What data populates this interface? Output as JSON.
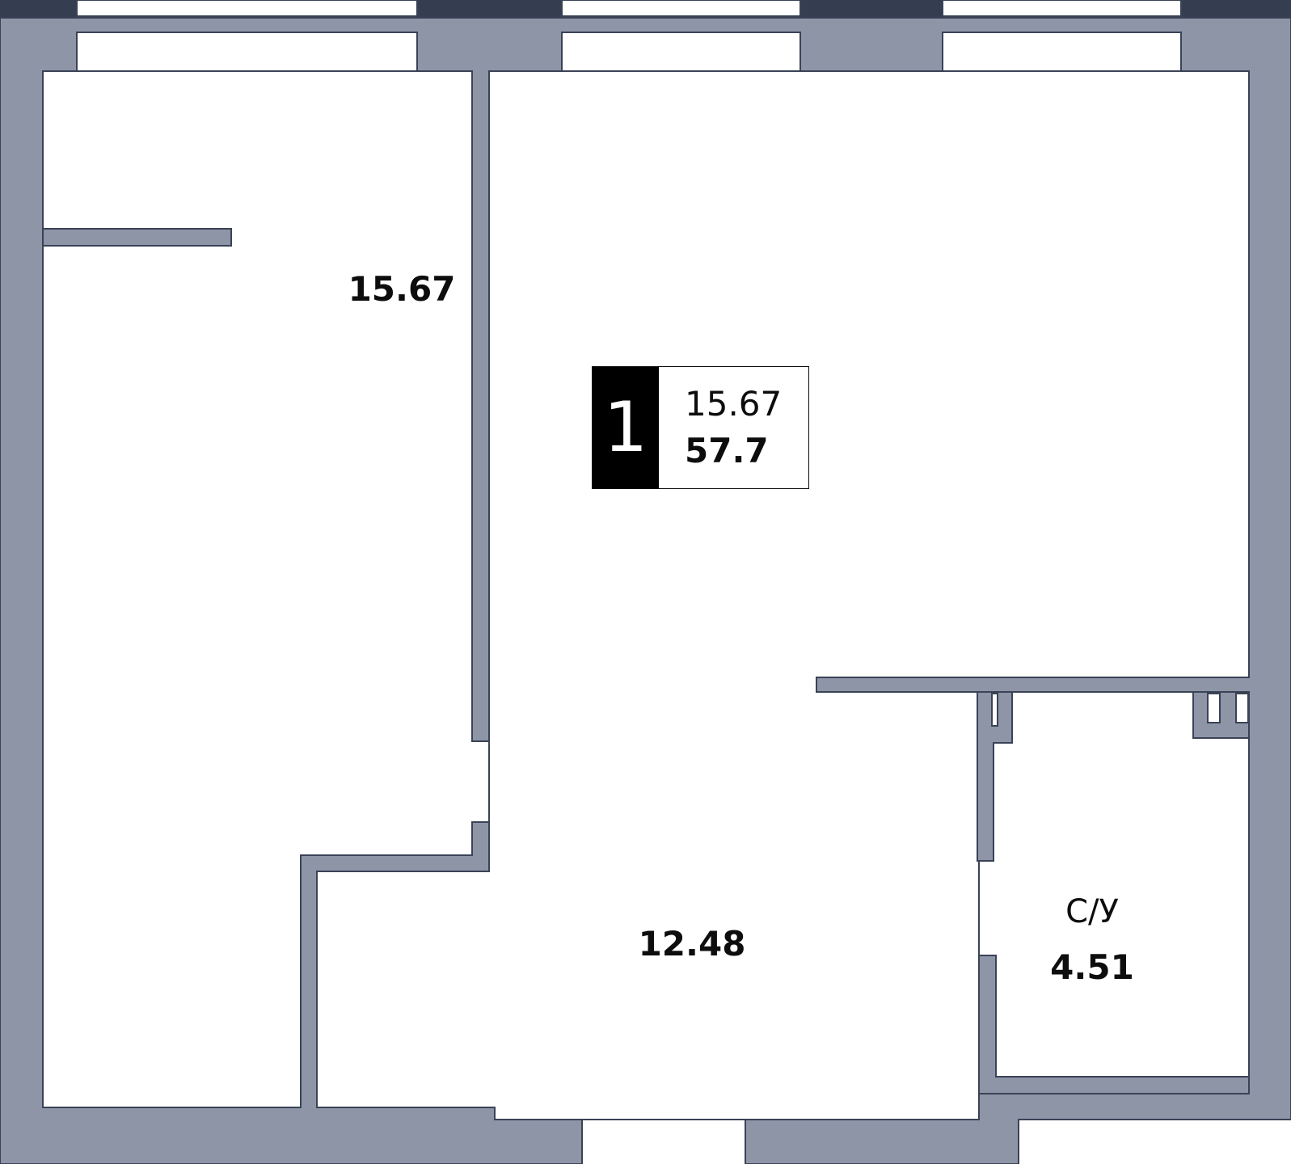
{
  "colors": {
    "wall": "#8e95a7",
    "wall_edge": "#3a4256",
    "dark_strip": "#353d50",
    "floor": "#ffffff",
    "text": "#0d0d0d"
  },
  "badge": {
    "rooms": "1",
    "living_area": "15.67",
    "total_area": "57.7"
  },
  "rooms": {
    "bedroom": {
      "area": "15.67"
    },
    "hall": {
      "area": "12.48"
    },
    "bathroom": {
      "name": "С/У",
      "area": "4.51"
    }
  }
}
